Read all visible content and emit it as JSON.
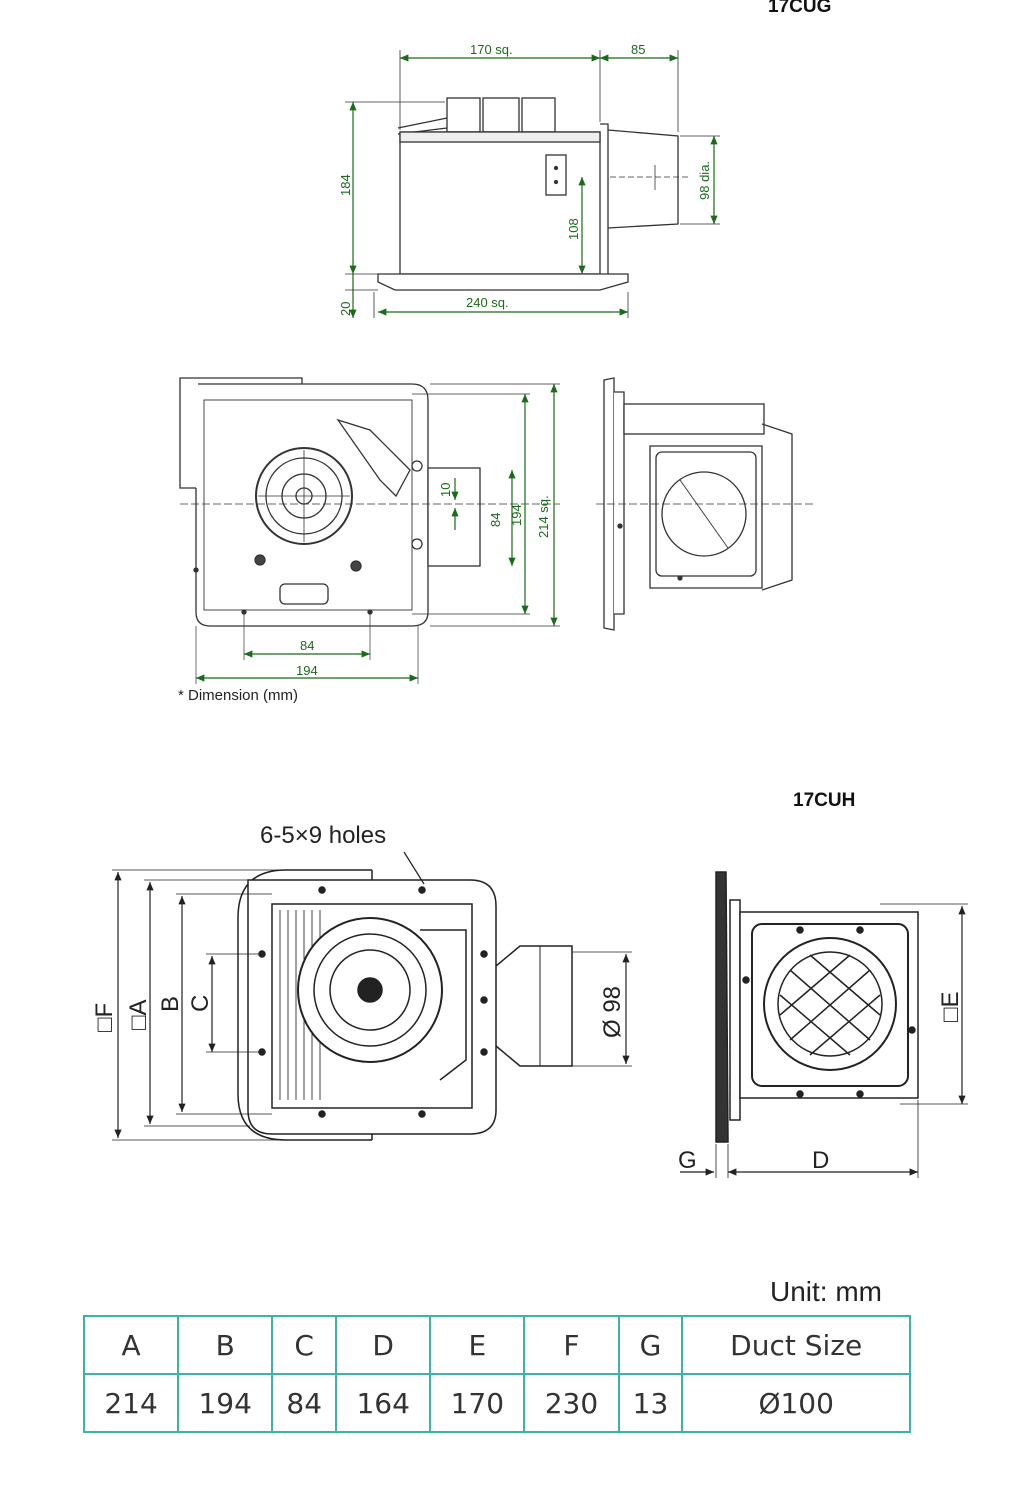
{
  "models": {
    "top": "17CUG",
    "bottom": "17CUH"
  },
  "top_dims": {
    "width_sq": "170 sq.",
    "spigot": "85",
    "height": "184",
    "duct_dia": "98 dia.",
    "center_h": "108",
    "flange": "20",
    "grille_sq": "240 sq.",
    "plan_10": "10",
    "plan_84v": "84",
    "plan_194v": "194",
    "plan_214": "214 sq.",
    "plan_84h": "84",
    "plan_194h": "194"
  },
  "note": "* Dimension (mm)",
  "bottom_dims": {
    "holes": "6-5×9 holes",
    "F": "□F",
    "A": "□A",
    "B": "B",
    "C": "C",
    "dia": "Ø 98",
    "E": "□E",
    "G": "G",
    "D": "D"
  },
  "unit": "Unit: mm",
  "table": {
    "headers": [
      "A",
      "B",
      "C",
      "D",
      "E",
      "F",
      "G",
      "Duct Size"
    ],
    "values": [
      "214",
      "194",
      "84",
      "164",
      "170",
      "230",
      "13",
      "Ø100"
    ]
  },
  "colors": {
    "dimension": "#1a6b1a",
    "table_border": "#3bb3a6"
  }
}
